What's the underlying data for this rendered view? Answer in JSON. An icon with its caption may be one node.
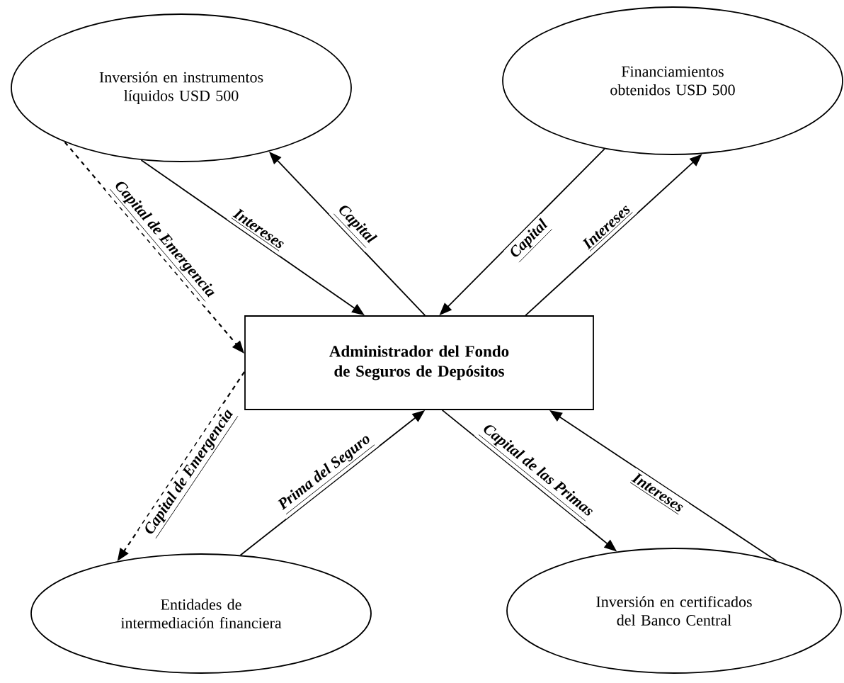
{
  "diagram": {
    "nodes": [
      {
        "text": [
          "Inversión en instrumentos líquidos USD 500"
        ]
      },
      {
        "text": [
          "Financiamientos obtenidos USD 500"
        ]
      },
      {
        "text": [
          "Administrador del Fondo de Seguros de Depósitos"
        ]
      },
      {
        "text": [
          "Entidades de intermediación financiera"
        ]
      },
      {
        "text": [
          "Inversión en certificados del Banco Central"
        ]
      }
    ],
    "edges": [
      {
        "from": 0,
        "to": 2,
        "arrow": "to",
        "label": "Intereses"
      },
      {
        "from": 2,
        "to": 0,
        "arrow": "to",
        "label": "Capital"
      },
      {
        "from": 1,
        "to": 2,
        "arrow": "to",
        "label": "Capital"
      },
      {
        "from": 2,
        "to": 1,
        "arrow": "to",
        "label": "Intereses"
      },
      {
        "from": 0,
        "to": 2,
        "arrow": "to",
        "label": "Capital de Emergencia",
        "style": "dashed"
      },
      {
        "from": 2,
        "to": 3,
        "arrow": "to",
        "label": "Capital de Emergencia",
        "style": "dashed"
      },
      {
        "from": 3,
        "to": 2,
        "arrow": "to",
        "label": "Prima del Seguro"
      },
      {
        "from": 2,
        "to": 4,
        "arrow": "to",
        "label": "Capital de las Primas"
      },
      {
        "from": 4,
        "to": 2,
        "arrow": "to",
        "label": "Intereses"
      }
    ]
  }
}
